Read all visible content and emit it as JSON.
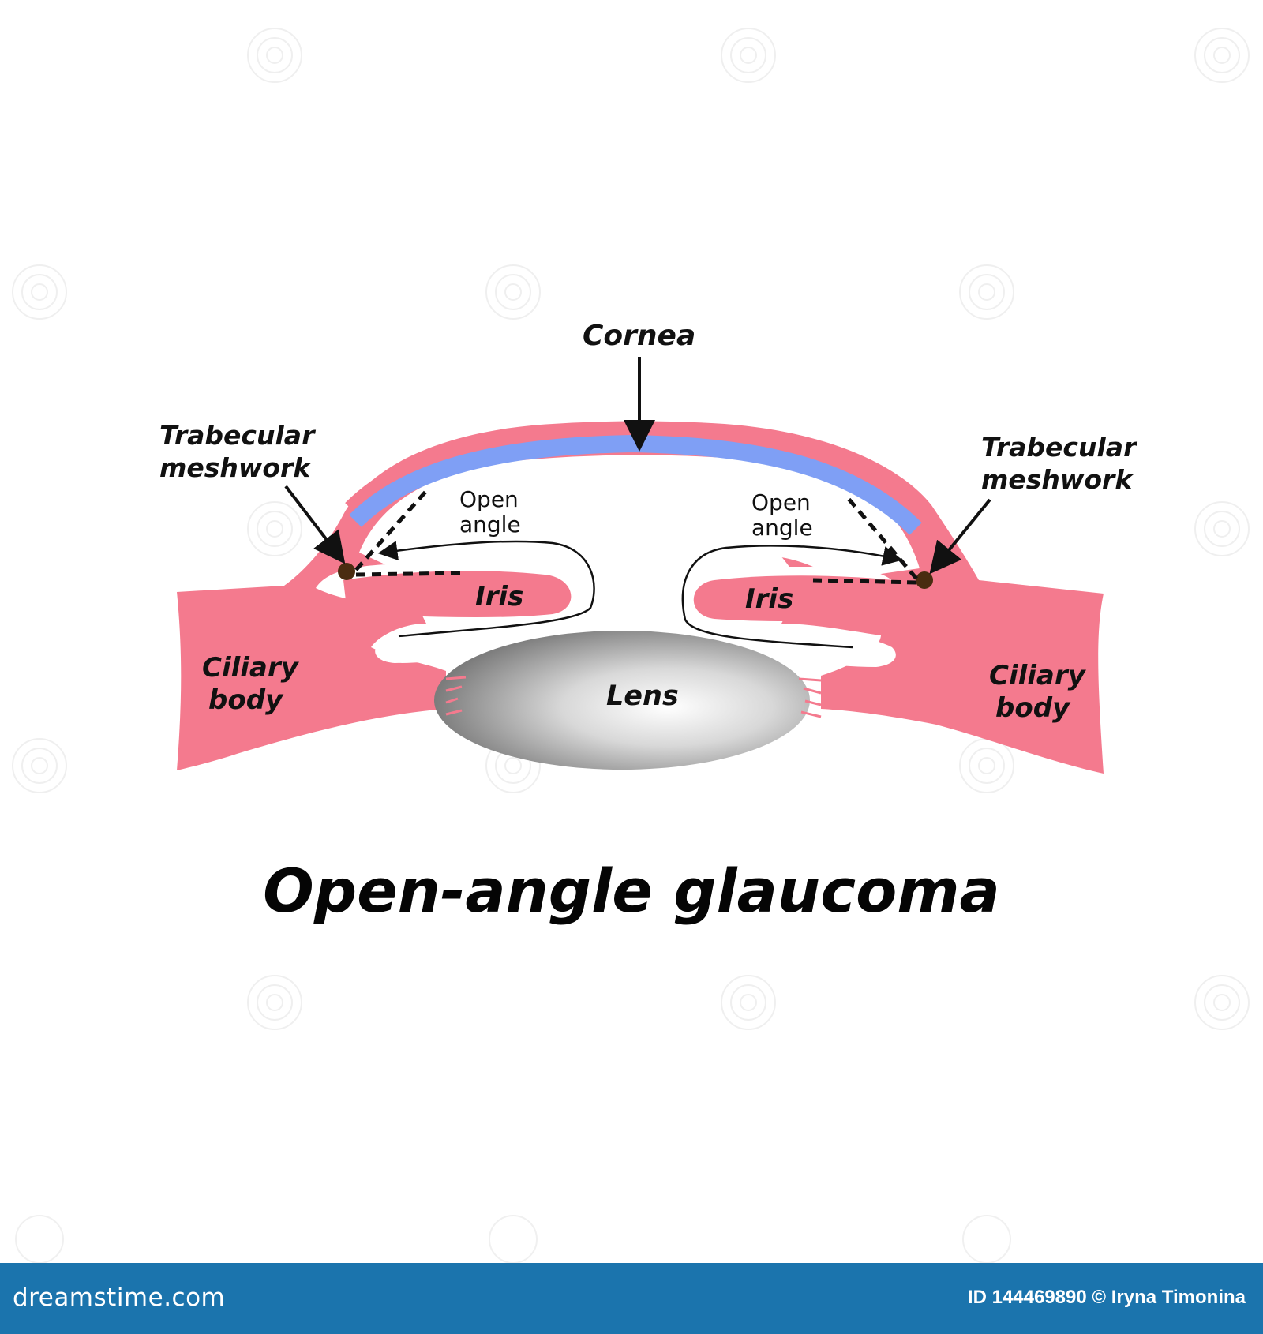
{
  "labels": {
    "cornea": "Cornea",
    "trabecular_left": [
      "Trabecular",
      "meshwork"
    ],
    "trabecular_right": [
      "Trabecular",
      "meshwork"
    ],
    "open_angle_left": [
      "Open",
      "angle"
    ],
    "open_angle_right": [
      "Open",
      "angle"
    ],
    "iris_left": "Iris",
    "iris_right": "Iris",
    "ciliary_left": [
      "Ciliary",
      "body"
    ],
    "ciliary_right": [
      "Ciliary",
      "body"
    ],
    "lens": "Lens"
  },
  "title": "Open-angle glaucoma",
  "footer": {
    "brand": "dreamstime.com",
    "credit": "ID 144469890 © Iryna Timonina"
  },
  "colors": {
    "tissue": "#f47a8e",
    "cornea_band": "#7f9ff5",
    "meshwork": "#4a2c10",
    "lens_dark": "#8a8a8a",
    "footer": "#1b74ad"
  }
}
